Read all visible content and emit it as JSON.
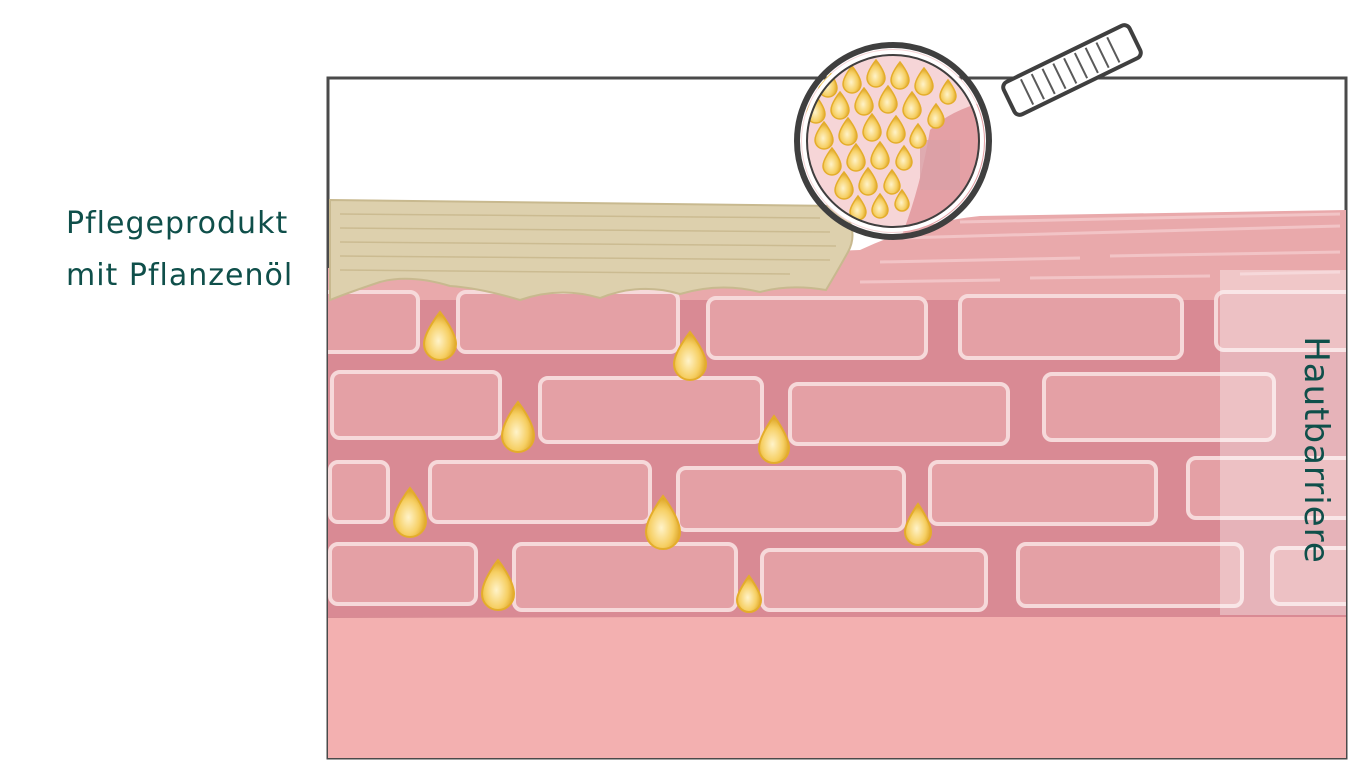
{
  "labels": {
    "product_line1": "Pflegeprodukt",
    "product_line2": "mit Pflanzenöl",
    "barrier": "Hautbarriere"
  },
  "colors": {
    "frame": "#4a4a4a",
    "cream": "#ddd0ad",
    "skin_top": "#e9a9ab",
    "cell_fill": "#e4a0a5",
    "cell_stroke": "#f6d9da",
    "mortar": "#d98a94",
    "dermis": "#f3b0b0",
    "oil_drop": "#f2c24a",
    "oil_drop_dark": "#d9a21f",
    "text": "#0f4f4a"
  },
  "icons": [
    "magnifying-glass-icon",
    "oil-drop-icon"
  ]
}
